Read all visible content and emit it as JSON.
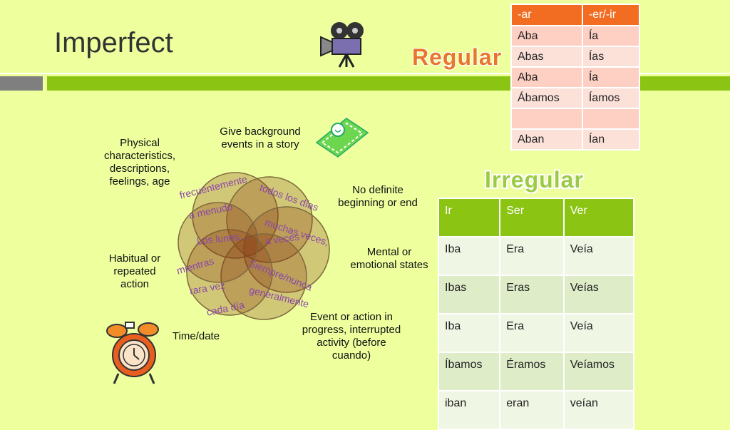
{
  "title": "Imperfect",
  "regular": {
    "label": "Regular",
    "headers": [
      "-ar",
      "-er/-ir"
    ],
    "rows": [
      [
        "Aba",
        "Ía"
      ],
      [
        "Abas",
        "Ías"
      ],
      [
        "Aba",
        "Ía"
      ],
      [
        "Ábamos",
        "Íamos"
      ],
      [
        "",
        ""
      ],
      [
        "Aban",
        "Ían"
      ]
    ]
  },
  "irregular": {
    "label": "Irregular",
    "headers": [
      "Ir",
      "Ser",
      "Ver"
    ],
    "rows": [
      [
        "Iba",
        "Era",
        "Veía"
      ],
      [
        "Ibas",
        "Eras",
        "Veías"
      ],
      [
        "Iba",
        "Era",
        "Veía"
      ],
      [
        "Íbamos",
        "Éramos",
        "Veíamos"
      ],
      [
        "iban",
        "eran",
        "veían"
      ]
    ]
  },
  "uses": {
    "physical": "Physical characteristics, descriptions, feelings, age",
    "background": "Give background events in a story",
    "no_definite": "No definite beginning or end",
    "mental": "Mental or emotional states",
    "habitual": "Habitual or repeated action",
    "time": "Time/date",
    "progress": "Event or action in progress, interrupted activity (before cuando)"
  },
  "keywords": {
    "frecuentemente": "frecuentemente",
    "todos_los_dias": "todos los días",
    "a_menudo": "a menudo",
    "muchas_veces": "muchas veces,",
    "a_veces": "a veces",
    "los_lunes": "Los lunes…",
    "mientras": "mientras",
    "siempre_nunca": "Siempre/nunca",
    "rara_vez": "rara vez",
    "generalmente": "generalmente",
    "cada_dia": "cada día"
  },
  "colors": {
    "background": "#EEFF9E",
    "accent_green": "#8CC414",
    "accent_orange": "#F26D21",
    "venn_fill": "#8A3B12",
    "keyword": "#8B47A8"
  },
  "icons": [
    "film-projector-icon",
    "beach-towel-icon",
    "alarm-clock-icon"
  ]
}
